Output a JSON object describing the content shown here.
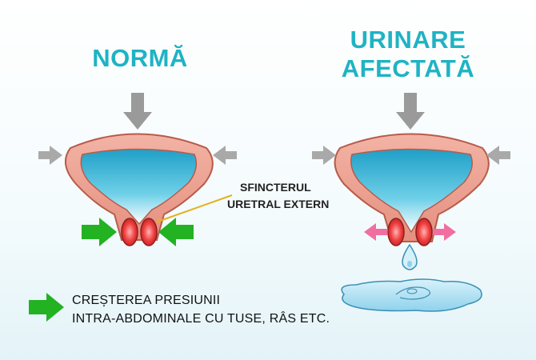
{
  "panels": {
    "normal": {
      "title": "NORMĂ"
    },
    "affected": {
      "title_line1": "URINARE",
      "title_line2": "AFECTATĂ"
    }
  },
  "sphincter_label": {
    "line1": "SFINCTERUL",
    "line2": "URETRAL EXTERN"
  },
  "legend": {
    "line1": "CREȘTEREA PRESIUNII",
    "line2": "INTRA-ABDOMINALE CU TUSE, RÂS ETC."
  },
  "colors": {
    "title": "#1fb3c4",
    "bladder_outer": "#e89c8d",
    "bladder_inner_fill": "#3ab5d6",
    "pressure_arrow": "#9a9a9a",
    "closing_arrow": "#22b222",
    "opening_arrow": "#f06fa0",
    "sphincter": "#e83a3a",
    "urine": "#a8ddf0"
  }
}
